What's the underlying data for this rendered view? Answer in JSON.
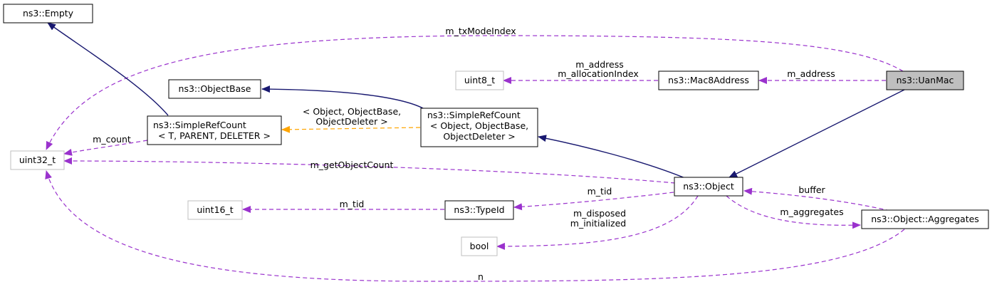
{
  "diagram": {
    "nodes": {
      "empty": "ns3::Empty",
      "uint32": "uint32_t",
      "object_base": "ns3::ObjectBase",
      "simple_ref_count_generic": [
        "ns3::SimpleRefCount",
        "< T, PARENT, DELETER >"
      ],
      "uint8": "uint8_t",
      "mac8": "ns3::Mac8Address",
      "uan_mac": "ns3::UanMac",
      "simple_ref_count_object": [
        "ns3::SimpleRefCount",
        "< Object, ObjectBase,",
        "ObjectDeleter >"
      ],
      "uint16": "uint16_t",
      "type_id": "ns3::TypeId",
      "object": "ns3::Object",
      "bool": "bool",
      "aggregates": "ns3::Object::Aggregates"
    },
    "edge_labels": {
      "tx_mode_index": "m_txModeIndex",
      "mac8_members": [
        "m_address",
        "m_allocationIndex"
      ],
      "uan_address": "m_address",
      "template_args": [
        "< Object, ObjectBase,",
        "ObjectDeleter >"
      ],
      "count": "m_count",
      "get_object_count": "m_getObjectCount",
      "tid_object": "m_tid",
      "tid_typeid": "m_tid",
      "bool_members": [
        "m_disposed",
        "m_initialized"
      ],
      "buffer": "buffer",
      "aggregates": "m_aggregates",
      "n": "n"
    },
    "colors": {
      "inheritance": "#191970",
      "member": "#9a32cd",
      "template": "#ffa500",
      "focus_fill": "#bfbfbf",
      "ghost_border": "#bfbfbf"
    }
  }
}
